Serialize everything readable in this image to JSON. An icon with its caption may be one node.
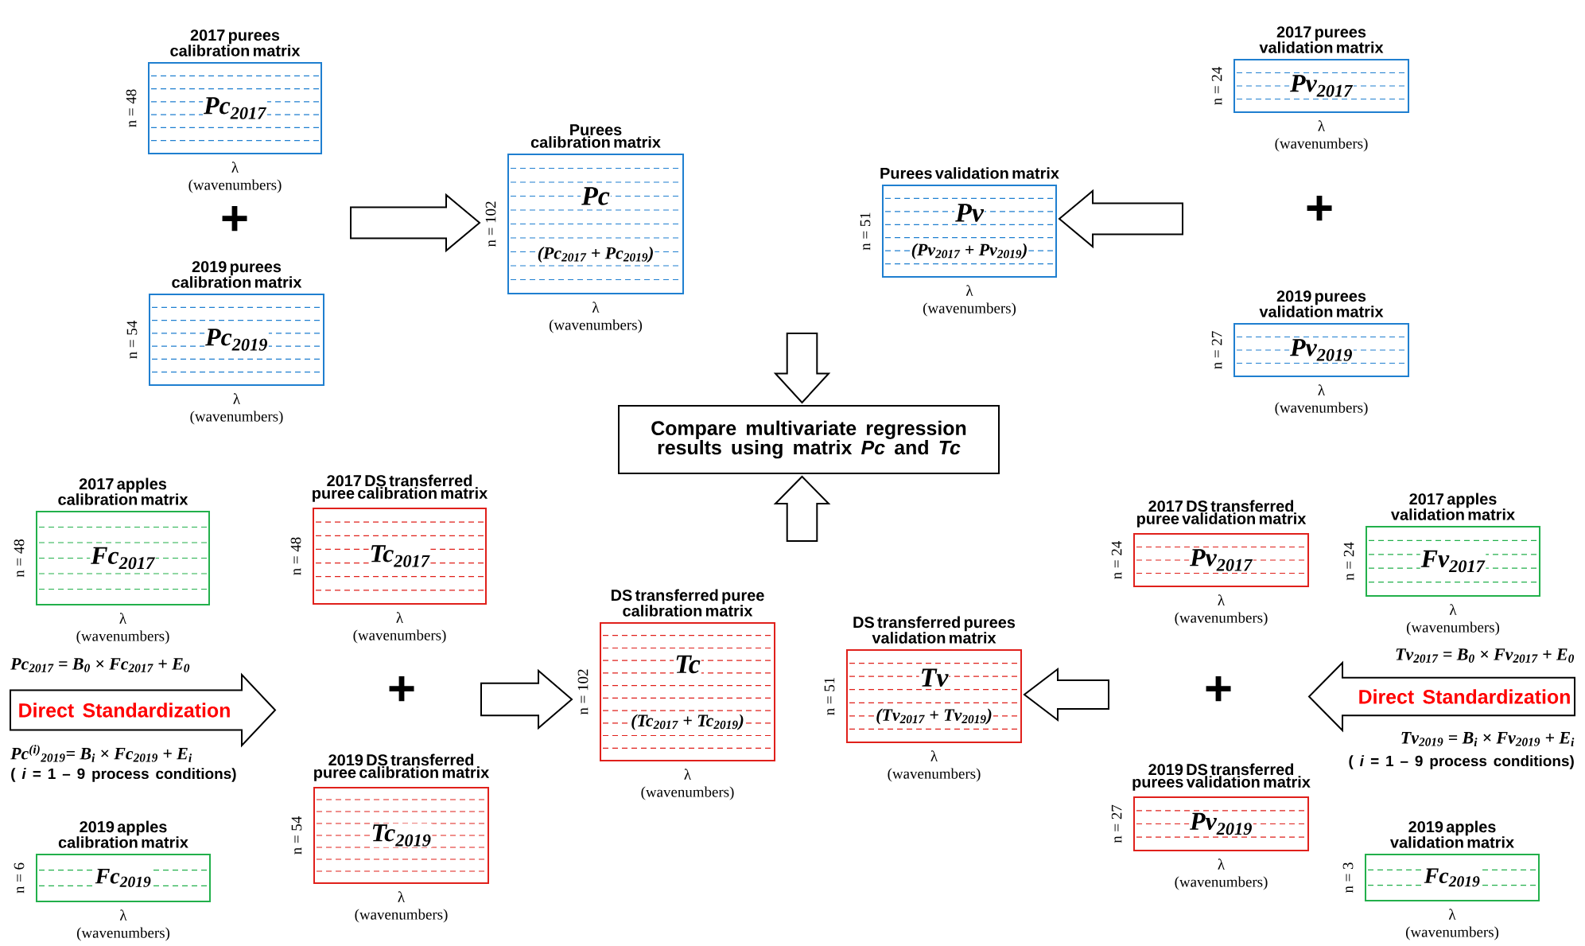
{
  "diagram": {
    "nodes": [
      {
        "text": [
          "2017 purees calibration matrix",
          "Pc$_{2017}$"
        ],
        "beside": [
          "n = 48",
          "λ",
          "(wavenumbers)"
        ]
      },
      {
        "text": [
          "2019 purees calibration matrix",
          "Pc$_{2019}$"
        ],
        "beside": [
          "n = 54",
          "λ",
          "(wavenumbers)"
        ]
      },
      {
        "text": [
          "Purees calibration matrix",
          "Pc",
          "(Pc$_{2017}$ + Pc$_{2019}$)"
        ],
        "beside": [
          "n = 102",
          "λ",
          "(wavenumbers)"
        ]
      },
      {
        "text": [
          "Purees validation matrix",
          "Pv",
          "(Pv$_{2017}$ + Pv$_{2019}$)"
        ],
        "beside": [
          "n = 51",
          "λ",
          "(wavenumbers)"
        ]
      },
      {
        "text": [
          "2017 purees validation matrix",
          "Pv$_{2017}$"
        ],
        "beside": [
          "n = 24",
          "λ",
          "(wavenumbers)"
        ]
      },
      {
        "text": [
          "2019 purees validation matrix",
          "Pv$_{2019}$"
        ],
        "beside": [
          "n = 27",
          "λ",
          "(wavenumbers)"
        ]
      },
      {
        "text": [
          "Compare multivariate regression results using matrix *Pc* and *Tc*"
        ]
      },
      {
        "text": [
          "2017 apples calibration matrix",
          "Fc$_{2017}$"
        ],
        "beside": [
          "n = 48",
          "λ",
          "(wavenumbers)"
        ]
      },
      {
        "text": [
          "2017 DS transferred puree calibration matrix",
          "Tc$_{2017}$"
        ],
        "beside": [
          "n = 48",
          "λ",
          "(wavenumbers)"
        ]
      },
      {
        "text": [
          "DS transferred puree calibration matrix",
          "Tc",
          "(Tc$_{2017}$ + Tc$_{2019}$)"
        ],
        "beside": [
          "n = 102",
          "λ",
          "(wavenumbers)"
        ]
      },
      {
        "text": [
          "DS transferred purees validation matrix",
          "Tv",
          "(Tv$_{2017}$ + Tv$_{2019}$)"
        ],
        "beside": [
          "n = 51",
          "λ",
          "(wavenumbers)"
        ]
      },
      {
        "text": [
          "2017 DS transferred puree validation matrix",
          "Pv$_{2017}$"
        ],
        "beside": [
          "n = 24",
          "λ",
          "(wavenumbers)"
        ]
      },
      {
        "text": [
          "2017 apples validation matrix",
          "Fv$_{2017}$"
        ],
        "beside": [
          "n = 24",
          "λ",
          "(wavenumbers)"
        ]
      },
      {
        "text": [
          "Direct Standardization"
        ],
        "beside": [
          "Pc$_{2017}$ = B$_{0}$ × Fc$_{2017}$ + E$_{0}$",
          "Pc$^{(i)}$$_{2019}$= B$_{i}$ × Fc$_{2019}$ + E$_{i}$",
          "( *i* = 1 – 9 process conditions)"
        ]
      },
      {
        "text": [
          "Direct Standardization"
        ],
        "beside": [
          "Tv$_{2017}$ = B$_{0}$ × Fv$_{2017}$ + E$_{0}$",
          "Tv$_{2019}$ = B$_{i}$ × Fv$_{2019}$ + E$_{i}$",
          "( *i* = 1 – 9 process conditions)"
        ]
      },
      {
        "text": [
          "2019 apples calibration matrix",
          "Fc$_{2019}$"
        ],
        "beside": [
          "n = 6",
          "λ",
          "(wavenumbers)"
        ]
      },
      {
        "text": [
          "2019 DS transferred puree calibration matrix",
          "Tc$_{2019}$"
        ],
        "beside": [
          "n = 54",
          "λ",
          "(wavenumbers)"
        ]
      },
      {
        "text": [
          "2019 DS transferred purees validation matrix",
          "Pv$_{2019}$"
        ],
        "beside": [
          "n = 27",
          "λ",
          "(wavenumbers)"
        ]
      },
      {
        "text": [
          "2019 apples validation matrix",
          "Fc$_{2019}$"
        ],
        "beside": [
          "n = 3",
          "λ",
          "(wavenumbers)"
        ]
      }
    ],
    "edges": [
      {
        "from": null,
        "to": 2,
        "arrow": "to"
      },
      {
        "from": null,
        "to": 3,
        "arrow": "to"
      },
      {
        "from": null,
        "to": 6,
        "arrow": "to"
      },
      {
        "from": null,
        "to": 6,
        "arrow": "to"
      },
      {
        "from": null,
        "to": 9,
        "arrow": "to"
      },
      {
        "from": null,
        "to": 10,
        "arrow": "to"
      }
    ],
    "labels": [
      "+",
      "+",
      "+",
      "+"
    ]
  }
}
